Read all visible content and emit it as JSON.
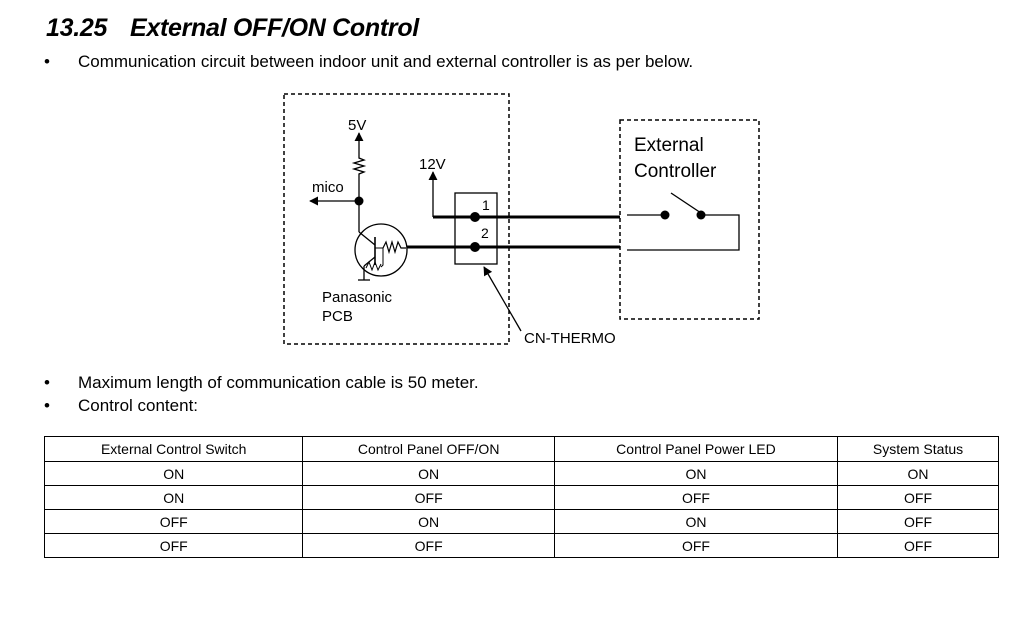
{
  "section": {
    "number": "13.25",
    "title": "External OFF/ON Control"
  },
  "bullets": [
    "Communication circuit between indoor unit and external controller is as per below.",
    "Maximum length of communication cable is 50 meter.",
    "Control content:"
  ],
  "bullet_glyph": "•",
  "diagram": {
    "labels": {
      "v5": "5V",
      "v12": "12V",
      "mico": "mico",
      "pin1": "1",
      "pin2": "2",
      "pcb_line1": "Panasonic",
      "pcb_line2": "PCB",
      "connector": "CN-THERMO",
      "ext_line1": "External",
      "ext_line2": "Controller"
    }
  },
  "table": {
    "headers": [
      "External Control Switch",
      "Control Panel OFF/ON",
      "Control Panel Power LED",
      "System Status"
    ],
    "rows": [
      [
        "ON",
        "ON",
        "ON",
        "ON"
      ],
      [
        "ON",
        "OFF",
        "OFF",
        "OFF"
      ],
      [
        "OFF",
        "ON",
        "ON",
        "OFF"
      ],
      [
        "OFF",
        "OFF",
        "OFF",
        "OFF"
      ]
    ]
  }
}
